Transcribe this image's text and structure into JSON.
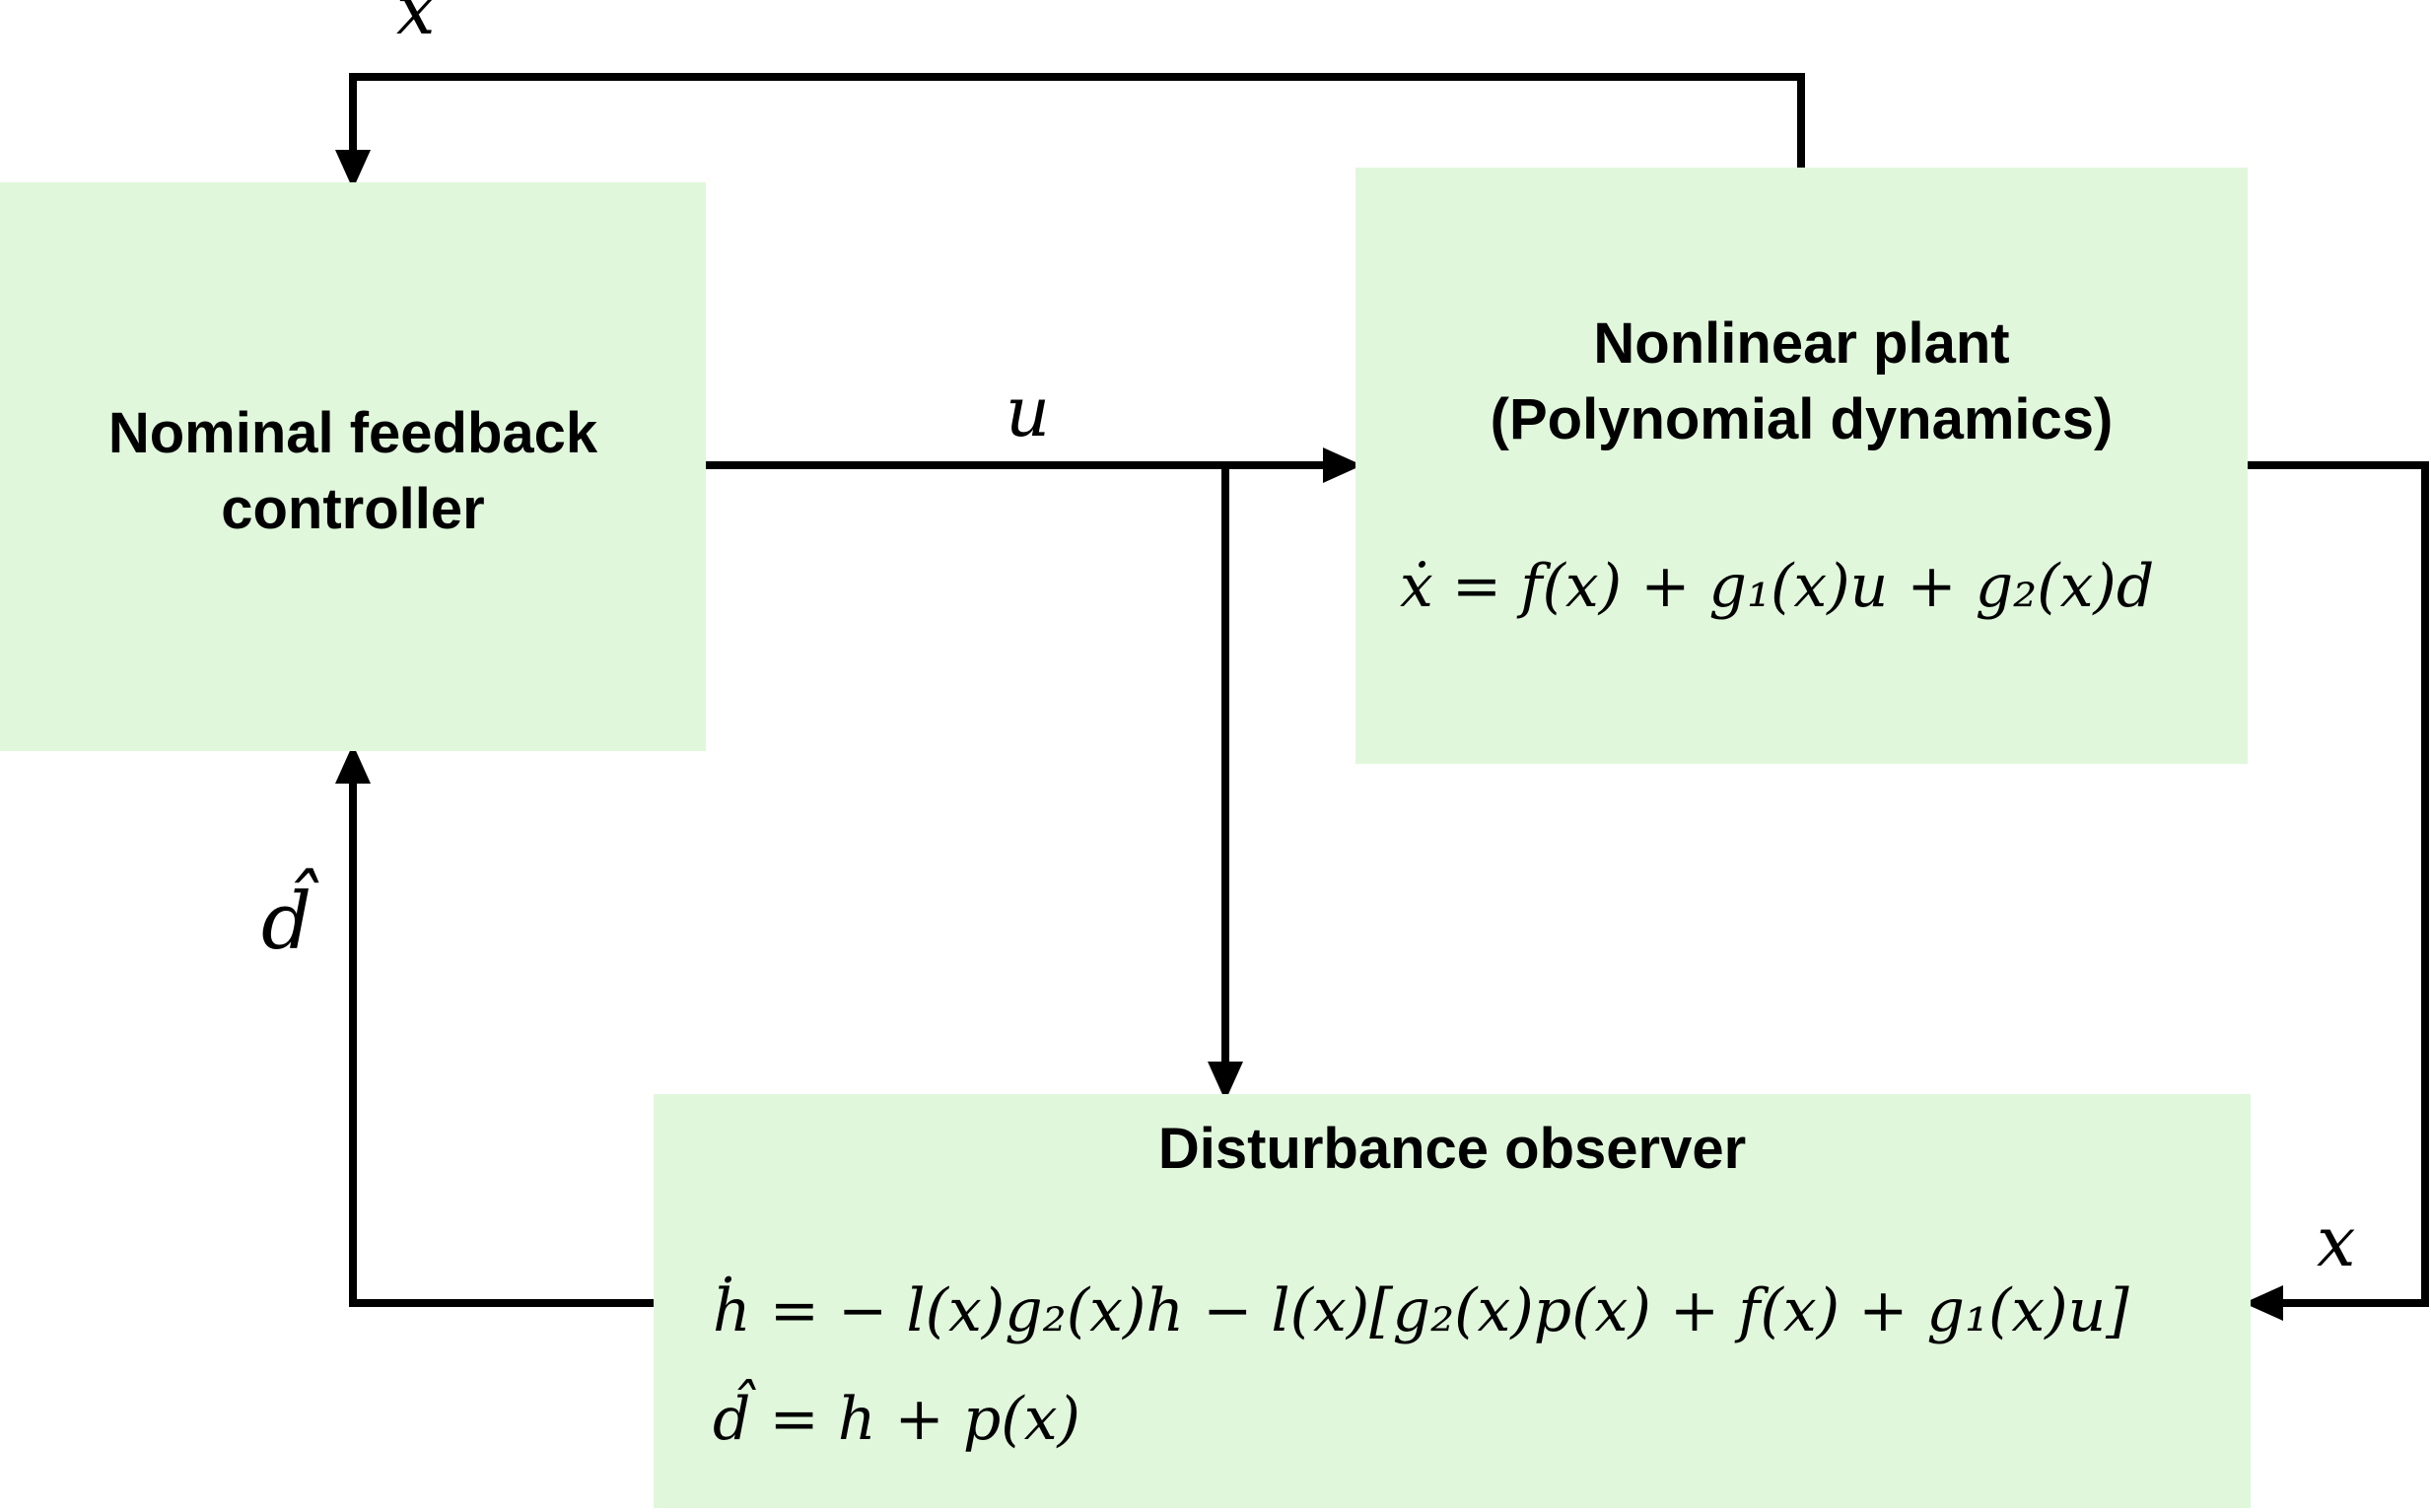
{
  "blocks": {
    "controller": {
      "title_line1": "Nominal feedback",
      "title_line2": "controller"
    },
    "plant": {
      "title_line1": "Nonlinear plant",
      "title_line2": "(Polynomial dynamics)",
      "equation": "ẋ = f(x) + g₁(x)u + g₂(x)d"
    },
    "observer": {
      "title": "Disturbance observer",
      "equation1": "ḣ = − l(x)g₂(x)h − l(x)[g₂(x)p(x) + f(x) + g₁(x)u]",
      "equation2": "d̂ = h + p(x)"
    }
  },
  "signals": {
    "feedback_top": "x",
    "control": "u",
    "state_right": "x",
    "estimate": "d̂"
  },
  "colors": {
    "block_fill": "#e0f7dc",
    "line": "#000000"
  }
}
